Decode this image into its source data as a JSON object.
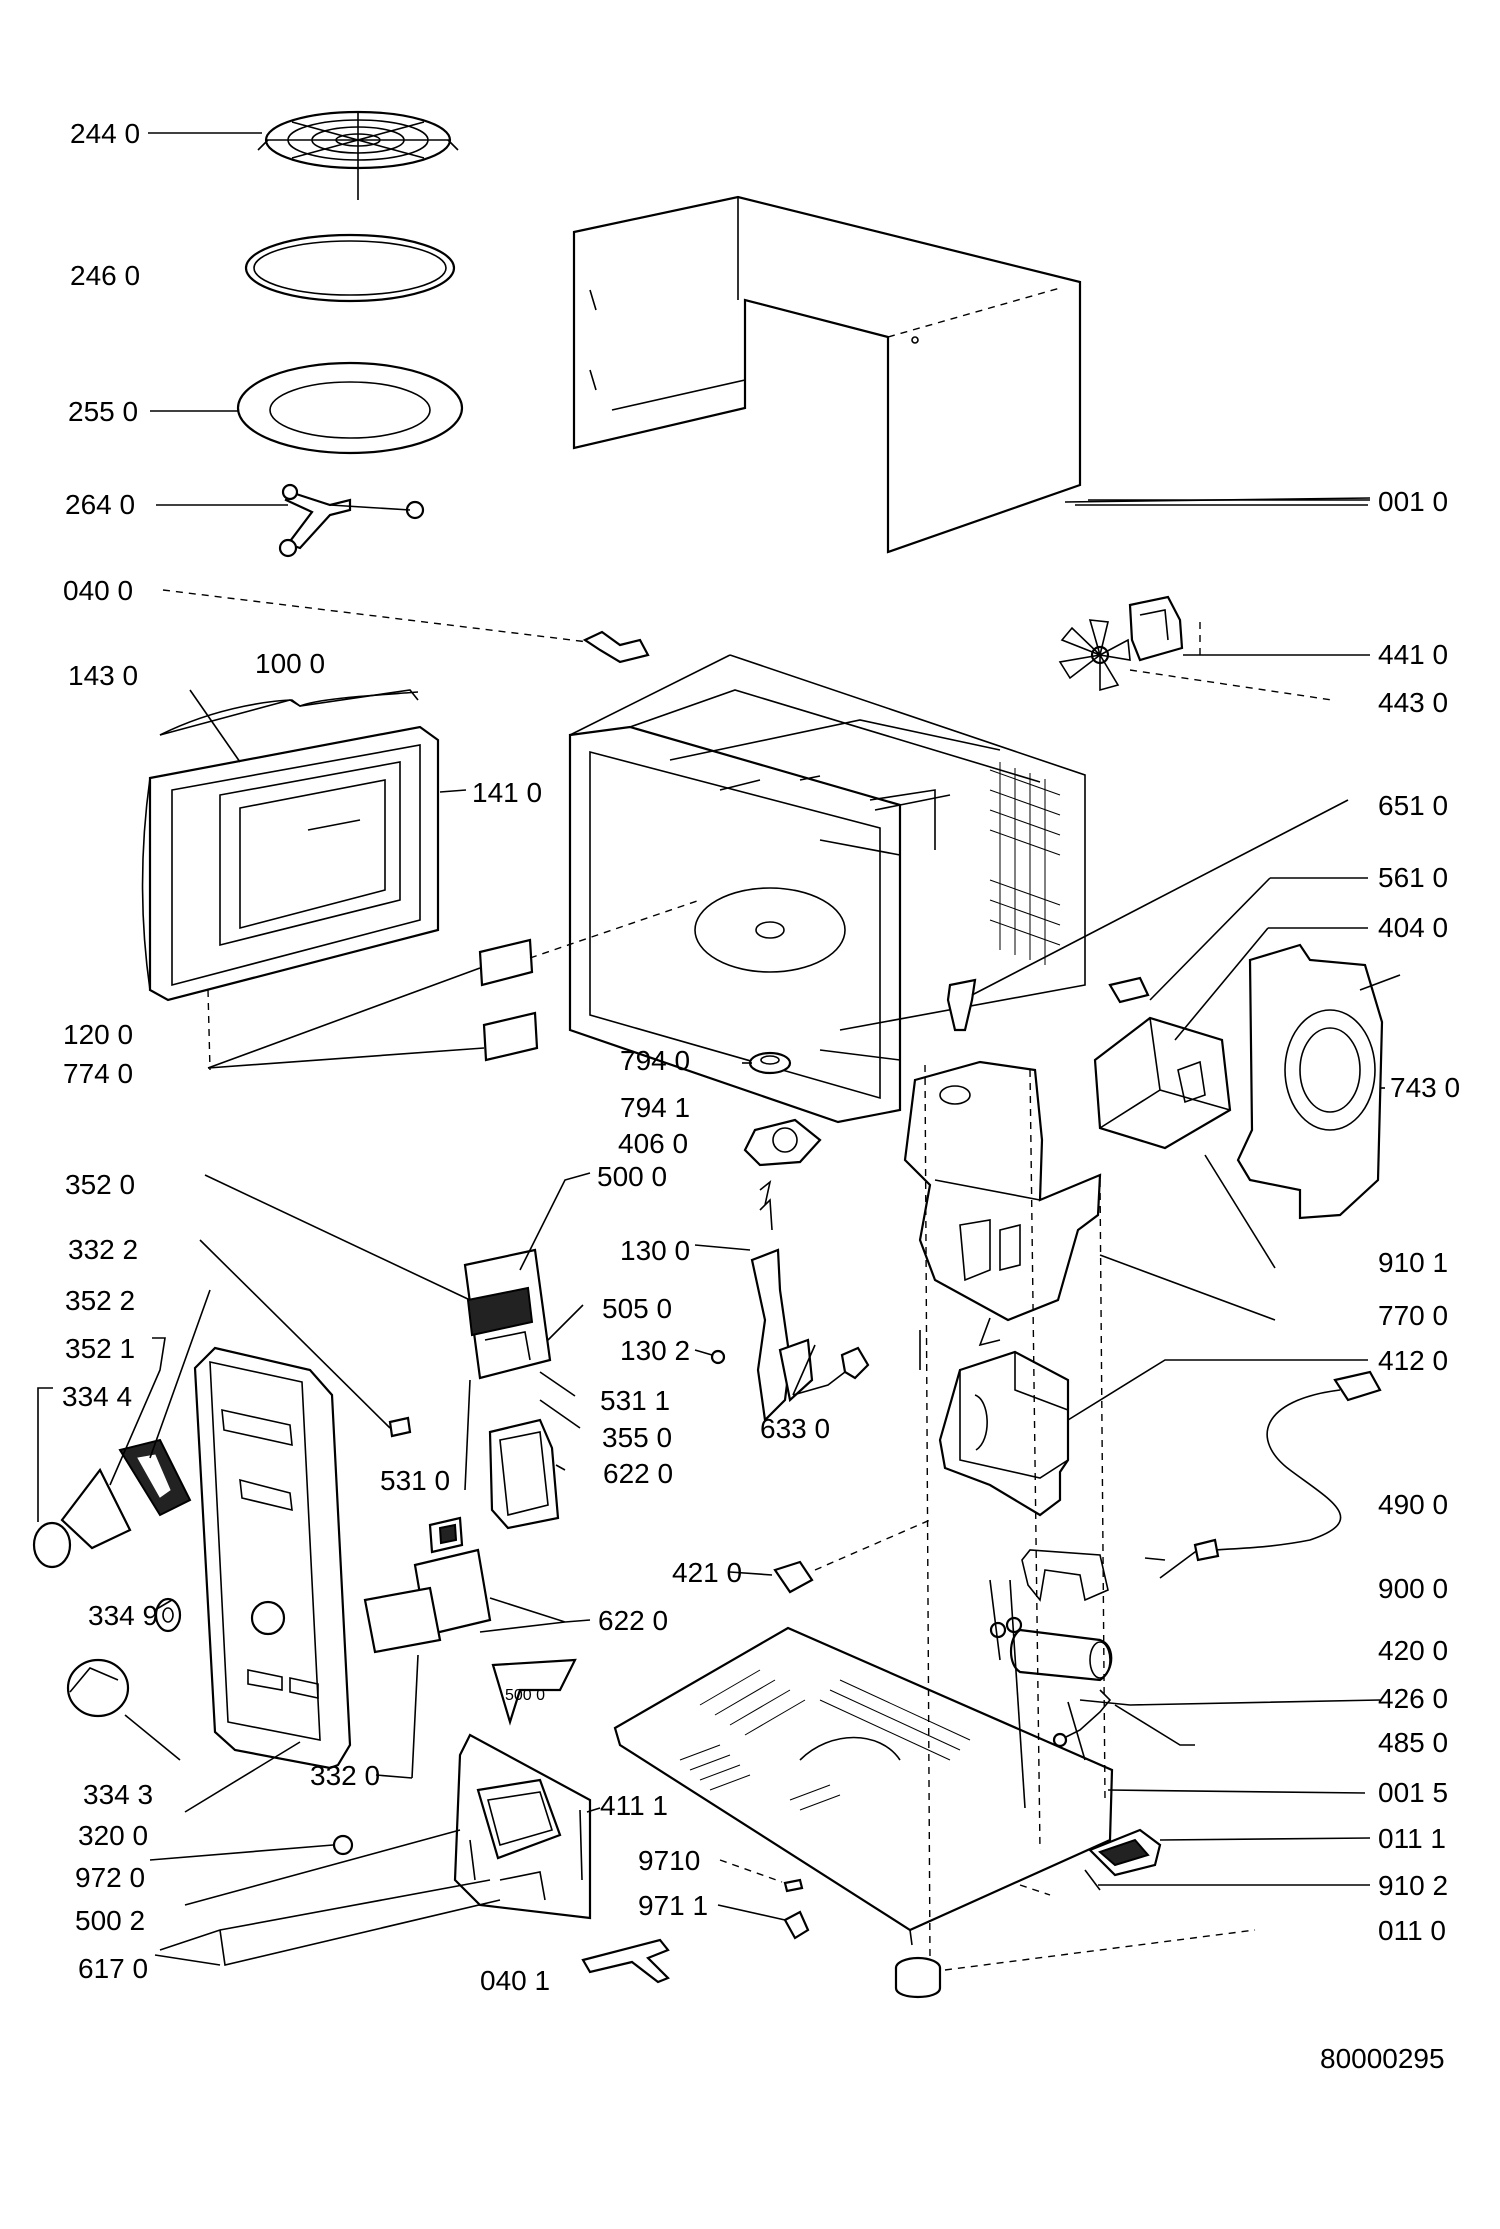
{
  "drawing_number": "80000295",
  "labels": {
    "l2440": "244 0",
    "l2460": "246 0",
    "l2550": "255 0",
    "l2640": "264 0",
    "l0400": "040 0",
    "l1430": "143  0",
    "l1000": "100 0",
    "l1410": "141 0",
    "l1200": "120 0",
    "l7740": "774 0",
    "l3520": "352 0",
    "l3322": "332 2",
    "l3522": "352 2",
    "l3521": "352 1",
    "l3344": "334 4",
    "l3349": "334 9",
    "l3343": "334 3",
    "l3200": "320 0",
    "l9720": "972 0",
    "l5002": "500 2",
    "l6170": "617 0",
    "l0401": "040 1",
    "l3320": "332 0",
    "l5310": "531 0",
    "l6220a": "622 0",
    "l6220b": "622 0",
    "l5000": "500 0",
    "l5050": "505 0",
    "l5311": "531 1",
    "l3550": "355 0",
    "l7940": "794 0",
    "l7941": "794 1",
    "l4060": "406 0",
    "l1300": "130 0",
    "l1302": "130 2",
    "l6330": "633 0",
    "l4210": "421 0",
    "l4111": "411 1",
    "l9710": "9710",
    "l9711": "971 1",
    "l0010": "001 0",
    "l4410": "441 0",
    "l4430": "443 0",
    "l6510": "651 0",
    "l5610": "561 0",
    "l4040": "404 0",
    "l7430": "743 0",
    "l9101": "910 1",
    "l7700": "770 0",
    "l4120": "412 0",
    "l4900": "490 0",
    "l9000": "900 0",
    "l4200": "420 0",
    "l4260": "426 0",
    "l4850": "485 0",
    "l0015": "001 5",
    "l0111": "011 1",
    "l9102": "910 2",
    "l0110": "011 0",
    "l5000small": "500 0"
  }
}
